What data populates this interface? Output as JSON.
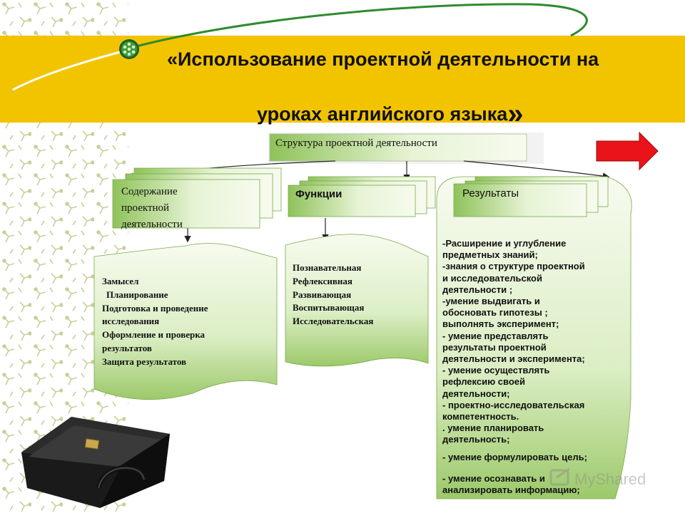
{
  "title": {
    "line1": "«Использование проектной деятельности на",
    "line2": "уроках английского языка",
    "close_quote": "»"
  },
  "diagram": {
    "root": "Структура проектной деятельности",
    "content": {
      "label": "Содержание проектной деятельности",
      "items": [
        "Замысел",
        "Планирование",
        "Подготовка и проведение",
        "исследования",
        "Оформление и проверка",
        "результатов",
        "Защита результатов"
      ]
    },
    "functions": {
      "label": "Функции",
      "items": [
        "Познавательная",
        "Рефлексивная",
        "Развивающая",
        "Воспитывающая",
        "Исследовательская"
      ]
    },
    "results": {
      "label": "Результаты",
      "items": [
        "-Расширение и углубление",
        "предметных знаний;",
        "-знания о структуре проектной",
        "и исследовательской",
        "деятельности ;",
        "-умение выдвигать и",
        "обосновать гипотезы ;",
        "выполнять эксперимент;",
        "- умение представлять",
        "результаты проектной",
        "деятельности и эксперимента;",
        "- умение осуществлять",
        "рефлексию  своей",
        "деятельности;",
        "- проектно-исследовательская",
        "компетентность.",
        ". умение планировать",
        "деятельность;",
        "- умение формулировать цель;",
        "- умение осознавать и",
        "анализировать информацию;"
      ]
    }
  },
  "watermark": "MyShared",
  "colors": {
    "banner": "#f2c400",
    "box_green_light": "#f3f9e8",
    "box_green_dark": "#9cc96a",
    "arrow_red": "#e8141a",
    "swoosh": "#2f8a2f"
  }
}
